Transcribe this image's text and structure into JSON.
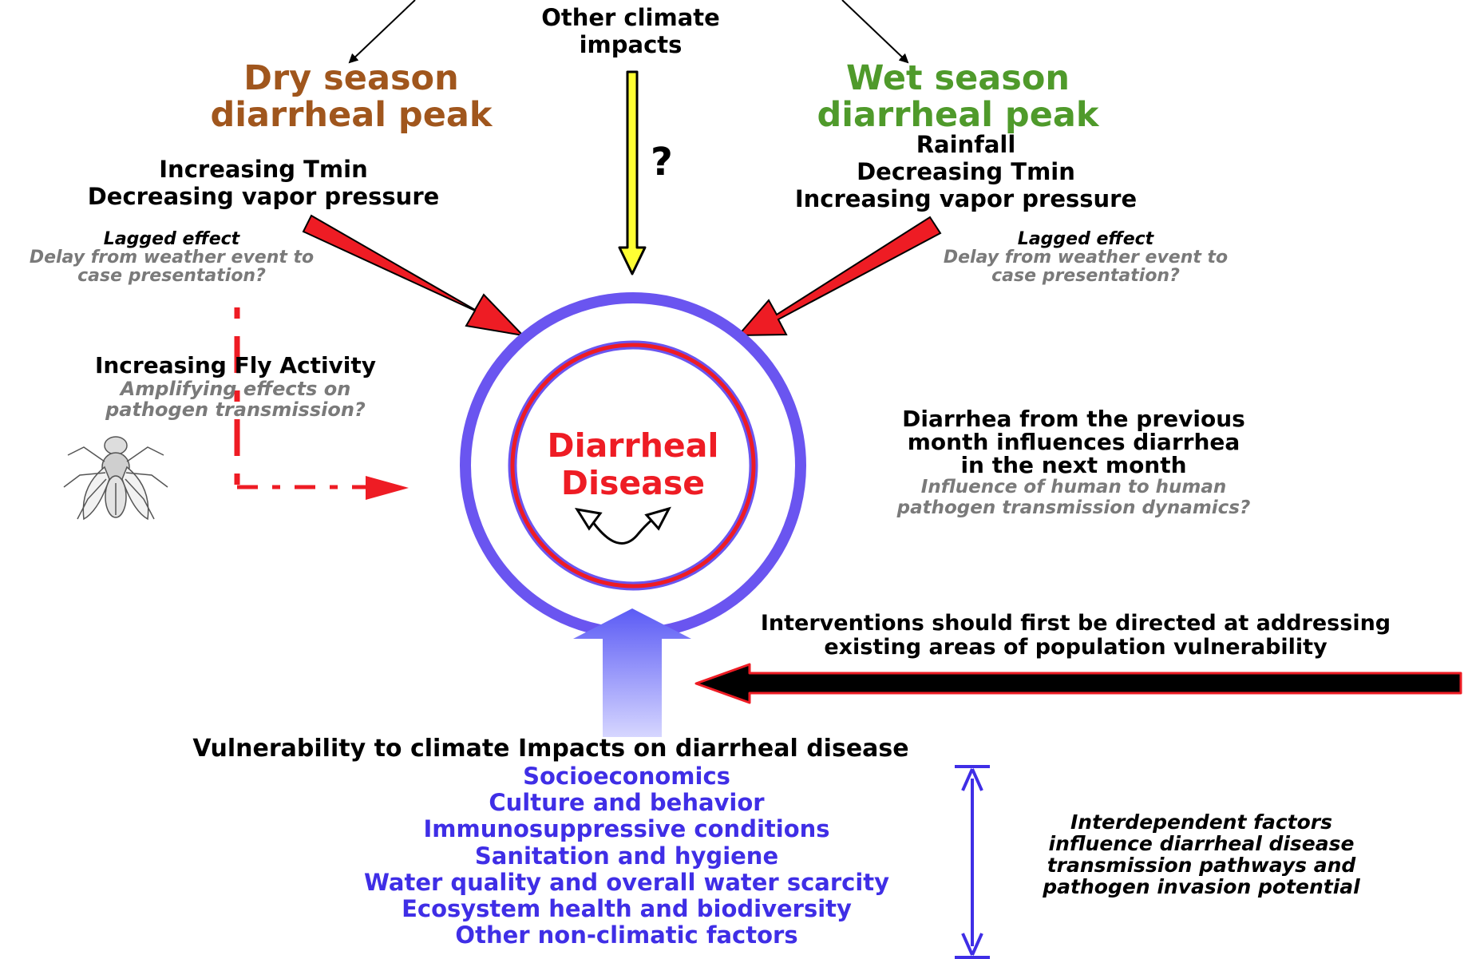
{
  "colors": {
    "dry": "#a0561d",
    "wet": "#4f9a2b",
    "blue_list": "#3f2ee6",
    "red": "#ee1c24",
    "ring_blue": "#6a55f0",
    "grey_text": "#7a7a7a",
    "yellow": "#ffff33"
  },
  "icons": [
    "fly-icon",
    "red-arrow-icon",
    "yellow-arrow-icon",
    "blue-up-arrow-icon",
    "black-left-arrow-icon",
    "double-headed-arrow-icon",
    "cycle-arrow-icon"
  ],
  "other_climate": {
    "line1": "Other climate",
    "line2": "impacts",
    "question": "?"
  },
  "dry": {
    "title1": "Dry season",
    "title2": "diarrheal peak",
    "factor1": "Increasing Tmin",
    "factor2": "Decreasing vapor pressure",
    "lag_title": "Lagged effect",
    "lag1": "Delay from weather event to",
    "lag2": "case presentation?"
  },
  "wet": {
    "title1": "Wet season",
    "title2": "diarrheal peak",
    "factor1": "Rainfall",
    "factor2": "Decreasing Tmin",
    "factor3": "Increasing  vapor pressure",
    "lag_title": "Lagged effect",
    "lag1": "Delay from weather event to",
    "lag2": "case presentation?"
  },
  "fly": {
    "title": "Increasing Fly Activity",
    "sub1": "Amplifying effects on",
    "sub2": "pathogen transmission?"
  },
  "center": {
    "line1": "Diarrheal",
    "line2": "Disease"
  },
  "previous": {
    "line1": "Diarrhea from the previous",
    "line2": "month influences diarrhea",
    "line3": "in the next month",
    "sub1": "Influence of  human to human",
    "sub2": "pathogen transmission dynamics?"
  },
  "interventions": {
    "line1": "Interventions should first be directed at addressing",
    "line2": "existing areas of population vulnerability"
  },
  "vulnerability": {
    "title": "Vulnerability to climate Impacts on diarrheal disease",
    "items": [
      "Socioeconomics",
      "Culture and behavior",
      "Immunosuppressive conditions",
      "Sanitation and hygiene",
      "Water quality and overall water scarcity",
      "Ecosystem health and biodiversity",
      "Other non-climatic factors"
    ]
  },
  "interdependent": {
    "line1": "Interdependent factors",
    "line2": "influence diarrheal disease",
    "line3": "transmission pathways and",
    "line4": "pathogen invasion potential"
  }
}
